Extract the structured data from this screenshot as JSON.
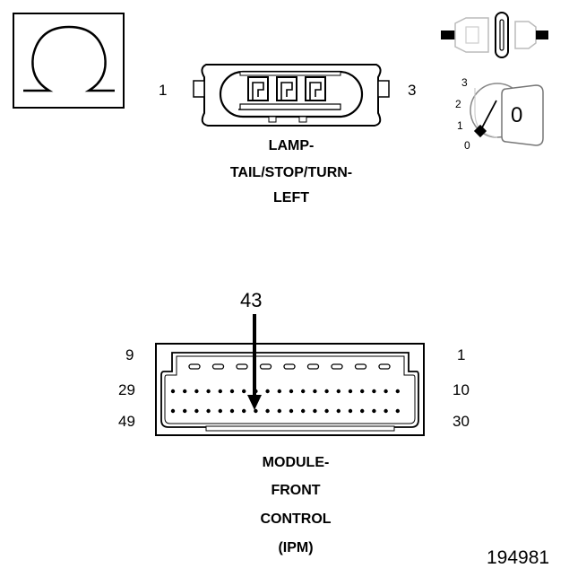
{
  "icons": {
    "ohmmeter": "ohm-symbol-icon",
    "ignition_switch": "ignition-key-icon",
    "connector_unplugged": "disconnected-connector-icon"
  },
  "lamp_connector": {
    "pin_left": "1",
    "pin_right": "3",
    "caption": [
      "LAMP-",
      "TAIL/STOP/TURN-",
      "LEFT"
    ]
  },
  "ignition_switch": {
    "positions": [
      "3",
      "2",
      "1",
      "0"
    ],
    "key_label": "0"
  },
  "module_connector": {
    "probe_pin": "43",
    "row_labels_left": [
      "9",
      "29",
      "49"
    ],
    "row_labels_right": [
      "1",
      "10",
      "30"
    ],
    "caption": [
      "MODULE-",
      "FRONT",
      "CONTROL",
      "(IPM)"
    ]
  },
  "figure_number": "194981"
}
